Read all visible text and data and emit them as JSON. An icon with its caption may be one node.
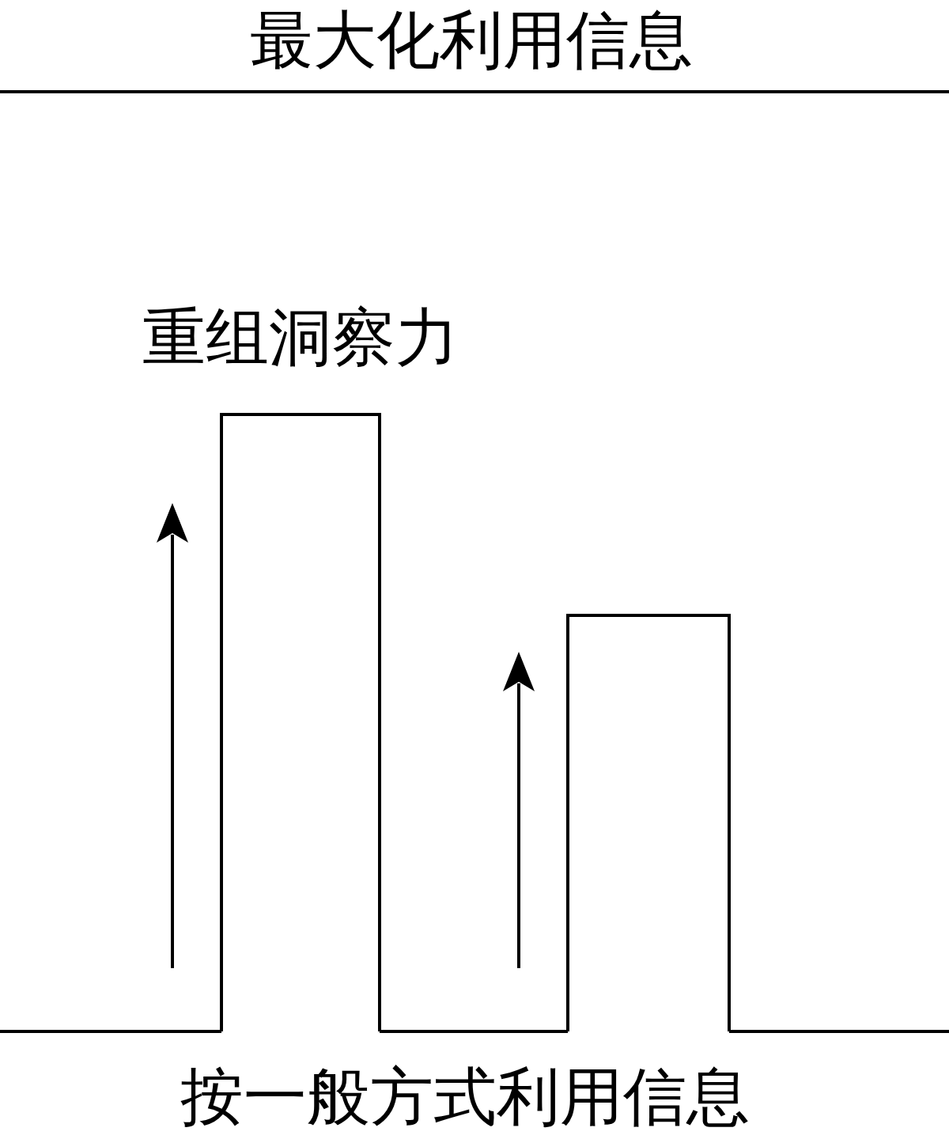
{
  "diagram": {
    "labels": [
      "最大化利用信息",
      "重组洞察力",
      "按一般方式利用信息"
    ]
  }
}
